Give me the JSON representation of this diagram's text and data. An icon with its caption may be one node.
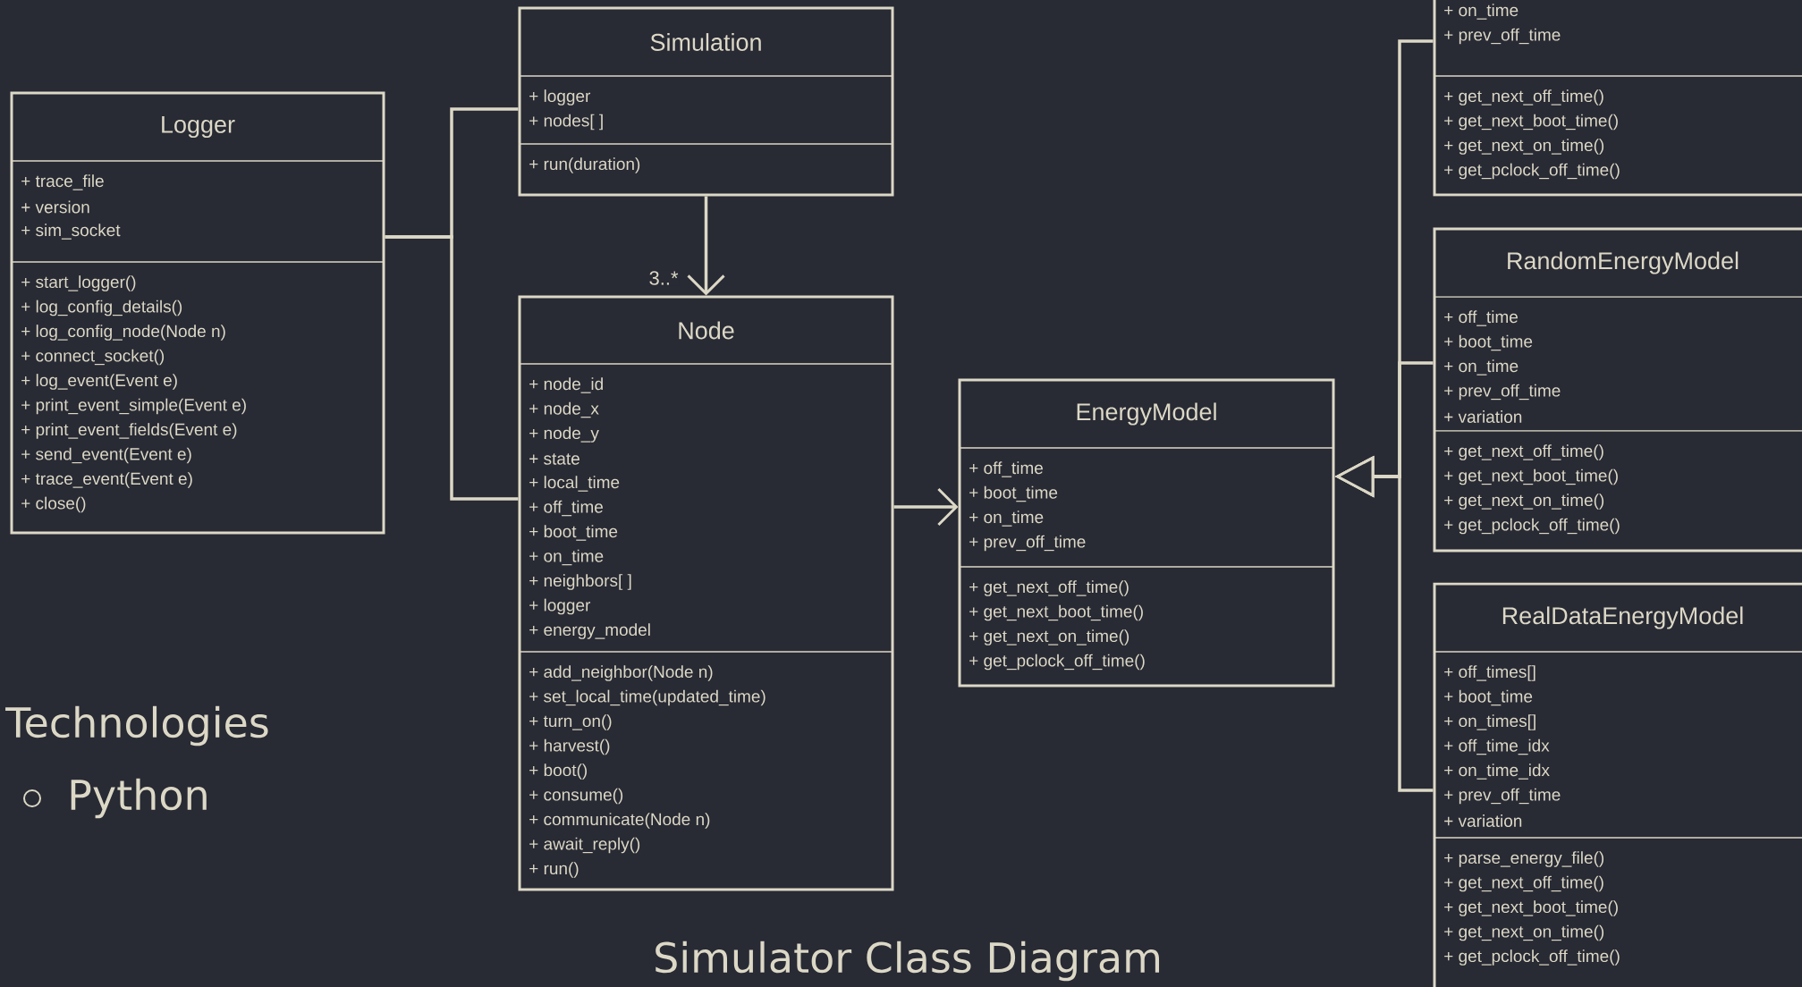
{
  "diagram": {
    "title": "Simulator Class Diagram",
    "nodes": [
      {
        "text": [
          "Logger",
          "+ trace_file",
          "+ version",
          "+ sim_socket",
          "+ start_logger()",
          "+ log_config_details()",
          "+ log_config_node(Node n)",
          "+ connect_socket()",
          "+ log_event(Event e)",
          "+ print_event_simple(Event e)",
          "+ print_event_fields(Event e)",
          "+ send_event(Event e)",
          "+ trace_event(Event e)",
          "+ close()"
        ]
      },
      {
        "text": [
          "Simulation",
          "+ logger",
          "+ nodes[ ]",
          "+ run(duration)"
        ]
      },
      {
        "text": [
          "Node",
          "+ node_id",
          "+ node_x",
          "+ node_y",
          "+ state",
          "+ local_time",
          "+ off_time",
          "+ boot_time",
          "+ on_time",
          "+ neighbors[ ]",
          "+ logger",
          "+ energy_model",
          "+ add_neighbor(Node n)",
          "+ set_local_time(updated_time)",
          "+ turn_on()",
          "+ harvest()",
          "+ boot()",
          "+ consume()",
          "+ communicate(Node n)",
          "+ await_reply()",
          "+ run()"
        ]
      },
      {
        "text": [
          "EnergyModel",
          "+ off_time",
          "+ boot_time",
          "+ on_time",
          "+ prev_off_time",
          "+ get_next_off_time()",
          "+ get_next_boot_time()",
          "+ get_next_on_time()",
          "+ get_pclock_off_time()"
        ]
      },
      {
        "text": [
          "+ on_time",
          "+ prev_off_time",
          "+ get_next_off_time()",
          "+ get_next_boot_time()",
          "+ get_next_on_time()",
          "+ get_pclock_off_time()"
        ]
      },
      {
        "text": [
          "RandomEnergyModel",
          "+ off_time",
          "+ boot_time",
          "+ on_time",
          "+ prev_off_time",
          "+ variation",
          "+ get_next_off_time()",
          "+ get_next_boot_time()",
          "+ get_next_on_time()",
          "+ get_pclock_off_time()"
        ]
      },
      {
        "text": [
          "RealDataEnergyModel",
          "+ off_times[]",
          "+ boot_time",
          "+ on_times[]",
          "+ off_time_idx",
          "+ on_time_idx",
          "+ prev_off_time",
          "+ variation",
          "+ parse_energy_file()",
          "+ get_next_off_time()",
          "+ get_next_boot_time()",
          "+ get_next_on_time()",
          "+ get_pclock_off_time()"
        ]
      }
    ],
    "edges": [
      {
        "from": 0,
        "to": 1,
        "arrow": "none"
      },
      {
        "from": 0,
        "to": 2,
        "arrow": "none"
      },
      {
        "from": 1,
        "to": 2,
        "arrow": "to",
        "label": "3..*"
      },
      {
        "from": 2,
        "to": 3,
        "arrow": "to"
      },
      {
        "from": 4,
        "to": 3,
        "arrow": "to"
      },
      {
        "from": 5,
        "to": 3,
        "arrow": "to"
      },
      {
        "from": 6,
        "to": 3,
        "arrow": "to"
      }
    ],
    "labels": [
      "Technologies",
      "Python"
    ]
  }
}
